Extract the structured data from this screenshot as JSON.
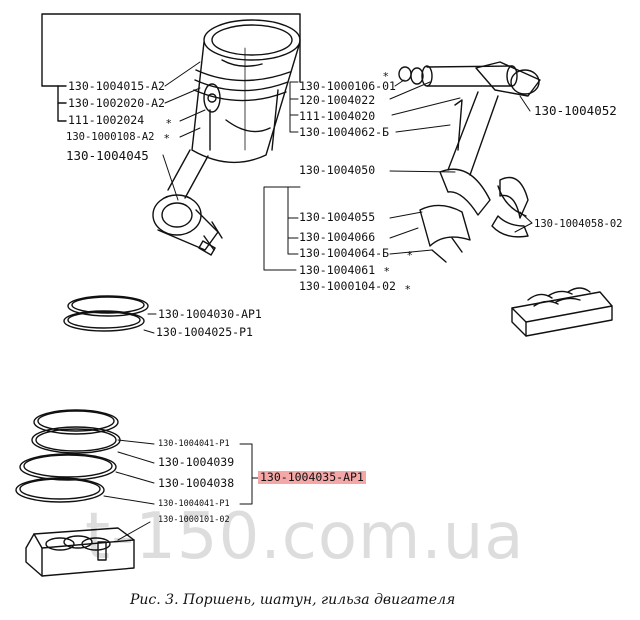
{
  "labels": {
    "p1": "130-1004015-А2",
    "p2": "130-1002020-А2",
    "p3": "111-1002024",
    "p4": "130-1000108-А2",
    "p5": "130-1004045",
    "p6": "130-1000106-01",
    "p7": "120-1004022",
    "p8": "111-1004020",
    "p9": "130-1004062-Б",
    "p10": "130-1004052",
    "p11": "130-1004050",
    "p12": "130-1004055",
    "p13": "130-1004066",
    "p14": "130-1004064-Б",
    "p15": "130-1004061",
    "p16": "130-1000104-02",
    "p17": "130-1004058-02",
    "p18": "130-1004030-АР1",
    "p19": "130-1004025-Р1",
    "p20": "130-1004041-Р1",
    "p21": "130-1004039",
    "p22": "130-1004038",
    "p23": "130-1004041-Р1",
    "p24": "130-1000101-02",
    "p25": "130-1004035-АР1"
  },
  "star": "*",
  "watermark": "t-150.com.ua",
  "caption": "Рис. 3.  Поршень, шатун, гильза двигателя",
  "colors": {
    "highlight": "#f4a7a7",
    "line": "#111111"
  }
}
